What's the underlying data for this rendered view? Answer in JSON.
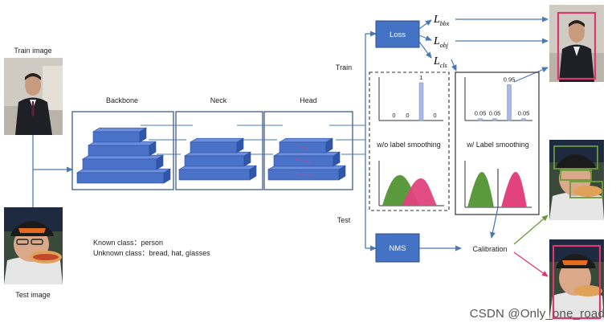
{
  "labels": {
    "train_image": "Train image",
    "test_image": "Test image",
    "backbone": "Backbone",
    "neck": "Neck",
    "head": "Head",
    "train": "Train",
    "test": "Test",
    "loss": "Loss",
    "nms": "NMS",
    "calibration": "Calibration",
    "known_class": "Known class：person",
    "unknown_class": "Unknown class：bread, hat, glasses",
    "wo_smoothing": "w/o label smoothing",
    "w_smoothing": "w/ Label smoothing"
  },
  "losses": [
    {
      "base": "L",
      "sub": "bbx"
    },
    {
      "base": "L",
      "sub": "obj"
    },
    {
      "base": "L",
      "sub": "cls"
    }
  ],
  "chart_data": [
    {
      "type": "bar",
      "title": "w/o label smoothing",
      "values": [
        0,
        0,
        1,
        0
      ],
      "value_labels": [
        "0",
        "0",
        "1",
        "0"
      ],
      "ylim": [
        0,
        1.15
      ]
    },
    {
      "type": "bar",
      "title": "w/ Label smoothing",
      "values": [
        0.05,
        0.05,
        0.95,
        0.05
      ],
      "value_labels": [
        "0.05",
        "0.05",
        "0.95",
        "0.05"
      ],
      "ylim": [
        0,
        1.15
      ]
    }
  ],
  "colors": {
    "block": "#4a72c8",
    "stage_border": "#2f4f7f",
    "box_fill": "#4472c4",
    "arrow": "#4a79b8",
    "green_dist": "#5a9a3c",
    "pink_dist": "#e2437e",
    "bar": "#a9b8e6",
    "known_box": "#d63a6f",
    "unknown_box": "#6a9a3c"
  },
  "watermark": "CSDN @Only_one_road"
}
